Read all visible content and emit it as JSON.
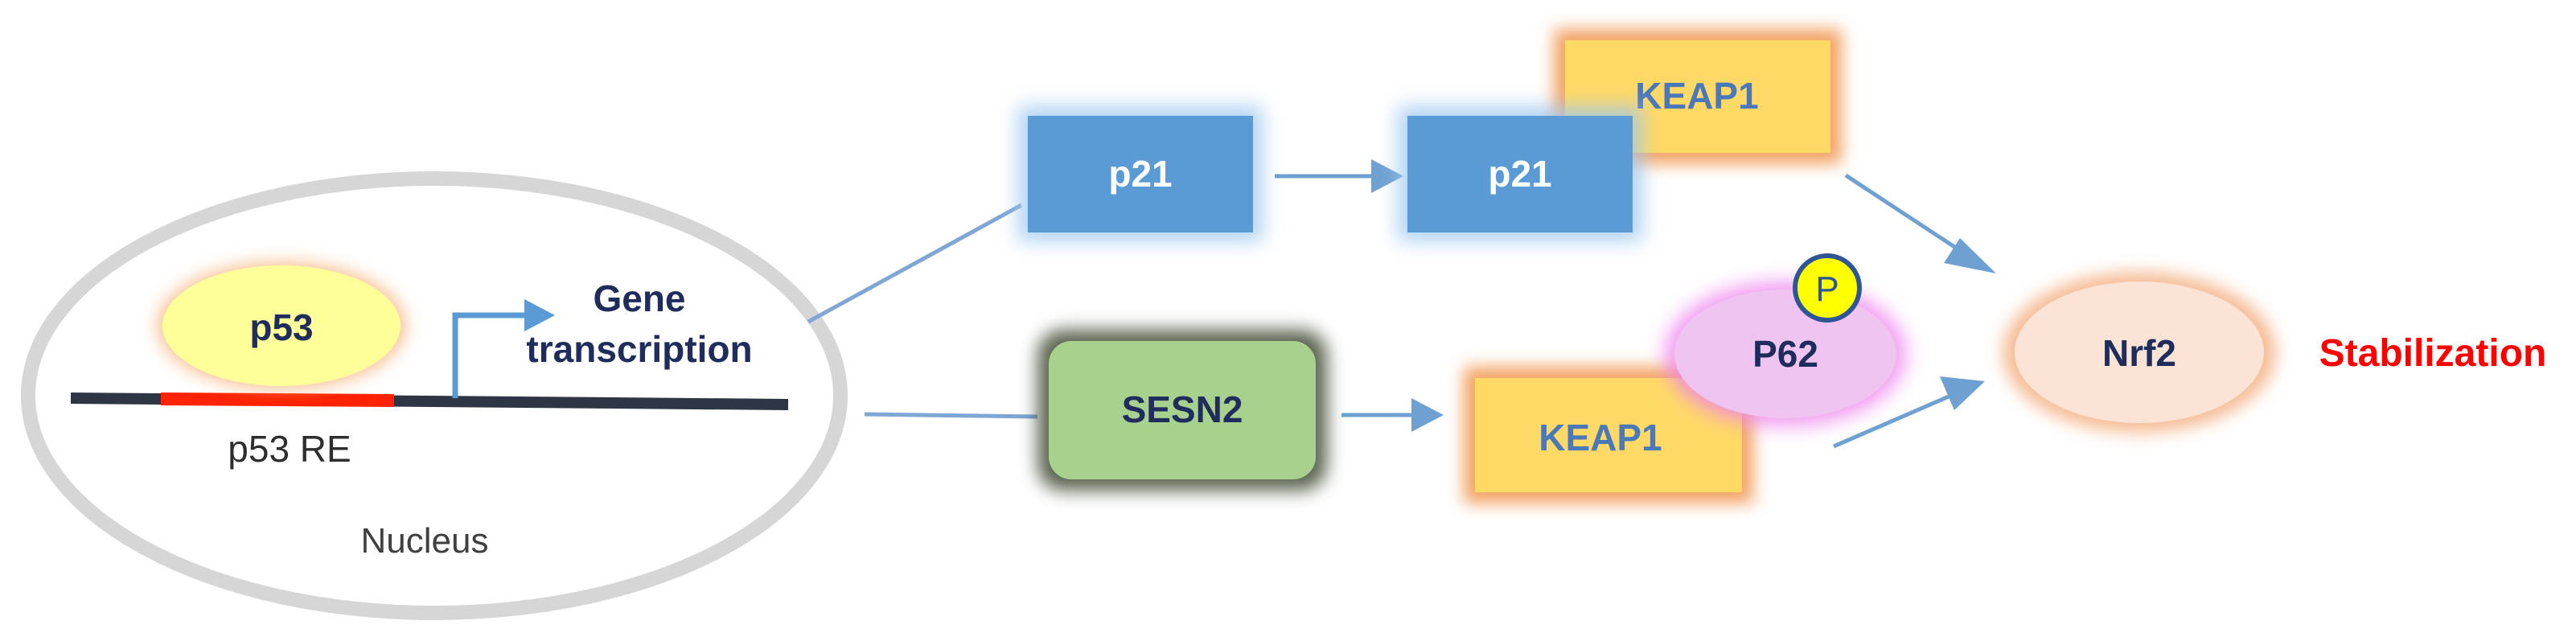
{
  "nucleus": {
    "p53": "p53",
    "gene_transcription_line1": "Gene",
    "gene_transcription_line2": "transcription",
    "p53_re": "p53 RE",
    "nucleus_label": "Nucleus"
  },
  "nodes": {
    "p21_first": "p21",
    "p21_second": "p21",
    "keap1_top": "KEAP1",
    "sesn2": "SESN2",
    "keap1_bottom": "KEAP1",
    "p62": "P62",
    "phospho": "P",
    "nrf2": "Nrf2"
  },
  "result": {
    "stabilization": "Stabilization"
  },
  "colors": {
    "p53_fill": "#ffff99",
    "p53_glow": "#f4a460",
    "re_bar": "#ff2200",
    "dna_line": "#2e3645",
    "gene_text": "#1f2d5c",
    "p21_fill": "#5b9bd5",
    "keap1_fill": "#ffd966",
    "keap1_glow": "#f08c3c",
    "sesn2_fill": "#a9d18e",
    "sesn2_glow": "#3d4a30",
    "p62_fill": "#f0c4f0",
    "p62_glow": "#ee82ee",
    "phospho_fill": "#ffff00",
    "phospho_stroke": "#2f5597",
    "nrf2_fill": "#fbe3d6",
    "nrf2_glow": "#f4b183",
    "arrow": "#6fa0d2",
    "stabilization": "#ff0000"
  }
}
